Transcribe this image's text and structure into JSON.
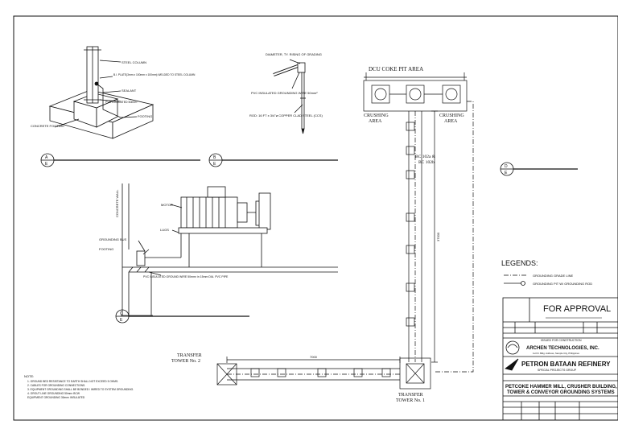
{
  "detail_1": {
    "labels": {
      "steel_column": "STEEL COLUMN",
      "bi_plate": "B.I. PLATE(3mm x 100mm x 100mm) WELDED TO STEEL COLUMN",
      "sealant": "SEALANT",
      "pvc_insulated": "PVC INSULATED 50mm²",
      "footing": "FOOTING",
      "concrete_footing": "CONCRETE FOOTING"
    },
    "title_letter": "A",
    "title_ref": "E"
  },
  "detail_2": {
    "labels": {
      "diameter": "DIAMETER, TY. RISING OF GRADING",
      "pvc_insulated": "PVC INSULATED GROUNDING WIRE 50mm²",
      "rod": "ROD: 16 FT x 3/4\"ø COPPER CLAD STEEL (CCS)"
    },
    "title_letter": "B",
    "title_ref": "E"
  },
  "detail_3": {
    "labels": {
      "motor": "MOTOR",
      "grounding_bus": "GROUNDING BUS",
      "footing": "FOOTING",
      "lugs": "LUGS",
      "wall": "CONCRETE WALL",
      "pvc_note": "PVC INSULATED GROUND WIRE 50mm² in 15mm DIA. PVC PIPE"
    },
    "title_letter": "C",
    "title_ref": "E"
  },
  "detail_4": {
    "title_letter": "D",
    "title_ref": "E"
  },
  "plan": {
    "dcu_area": "DCU COKE PIT AREA",
    "crushing_left": [
      "CRUSHING",
      "AREA"
    ],
    "crushing_right": [
      "CRUSHING",
      "AREA"
    ],
    "conveyor": [
      "BC 102a &",
      "BC 102b"
    ],
    "tower2": [
      "TRANSFER",
      "TOWER No. 2"
    ],
    "tower1": [
      "TRANSFER",
      "TOWER No. 1"
    ],
    "dim_vertical": "37000",
    "dim_horizontal": "7000"
  },
  "legends": {
    "title": "LEGENDS:",
    "items": [
      {
        "symbol": "dash-dot-line",
        "label": "GROUNDING GRADE LINE"
      },
      {
        "symbol": "circle-line",
        "label": "GROUNDING PIT W/ GROUNDING ROD"
      }
    ]
  },
  "notes": {
    "title": "NOTE:",
    "items": [
      "1. GROUND BED RESISTANCE TO EARTH SHALL NOT EXCEED 5 OHMS.",
      "2. CABLES FOR GROUNDING CONNECTIONS.",
      "3. EQUIPMENT GROUNDING SHALL BE BONDED / WIRED TO SYSTEM GROUNDING.",
      "4. GROUT LINE GROUNDING    50mm² BCW",
      "   EQUIPMENT GROUNDING    30mm² INSULATED"
    ]
  },
  "title_block": {
    "approval": "FOR APPROVAL",
    "company": "ARCHEN TECHNOLOGIES, INC.",
    "company_sub": "1st Flr. Bldg. Address, Sample City, Philippines",
    "refinery": "PETRON BATAAN REFINERY",
    "refinery_sub": "SPECIAL PROJECTS GROUP",
    "project_1": "PETCOKE HAMMER MILL, CRUSHER BUILDING,",
    "project_2": "TOWER & CONVEYOR GROUNDING SYSTEMS",
    "stamp": "ISSUED FOR CONSTRUCTION",
    "colors": {
      "line": "#111111"
    }
  }
}
